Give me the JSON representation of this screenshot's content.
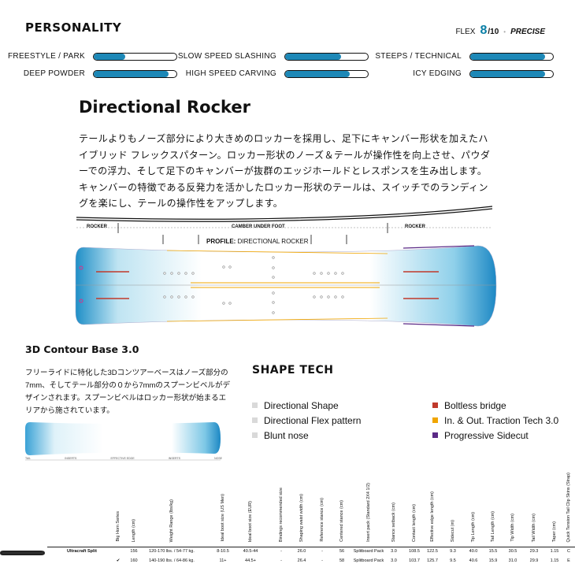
{
  "personality": {
    "title": "PERSONALITY",
    "flex_label": "FLEX",
    "flex_value": "8",
    "flex_denominator": "/10",
    "flex_dot": "•",
    "flex_word": "PRECISE",
    "bar_color": "#1d88b7",
    "bars": [
      {
        "label": "FREESTYLE / PARK",
        "level": 0.38
      },
      {
        "label": "SLOW SPEED SLASHING",
        "level": 0.68
      },
      {
        "label": "STEEPS / TECHNICAL",
        "level": 0.9
      },
      {
        "label": "DEEP POWDER",
        "level": 0.9
      },
      {
        "label": "HIGH SPEED CARVING",
        "level": 0.78
      },
      {
        "label": "ICY EDGING",
        "level": 0.9
      }
    ]
  },
  "profile": {
    "title": "Directional Rocker",
    "description": "テールよりもノーズ部分により大きめのロッカーを採用し、足下にキャンバー形状を加えたハイブリッド フレックスパターン。ロッカー形状のノーズ＆テールが操作性を向上させ、パウダーでの浮力、そして足下のキャンバーが抜群のエッジホールドとレスポンスを生み出します。キャンバーの特徴である反発力を活かしたロッカー形状のテールは、スイッチでのランディングを楽にし、テールの操作性をアップします。",
    "rocker_left": "ROCKER",
    "camber_label": "CAMBER UNDER FOOT",
    "rocker_right": "ROCKER",
    "profile_label_bold": "PROFILE:",
    "profile_label_value": "DIRECTIONAL ROCKER"
  },
  "base": {
    "title": "3D Contour Base 3.0",
    "description": "フリーライドに特化した3Dコンツアーベースはノーズ部分の7mm、そしてテール部分の０から7mmのスプーンビベルがデザインされます。スプーンビベルはロッカー形状が始まるエリアから施されています。",
    "mini_labels": [
      "TAIL",
      "INSERTS",
      "EFFECTIVE EDGE",
      "INSERTS",
      "NOSE"
    ]
  },
  "shape_tech": {
    "title": "SHAPE TECH",
    "left_items": [
      {
        "label": "Directional Shape",
        "color": "#d9d9d9"
      },
      {
        "label": "Directional Flex pattern",
        "color": "#d9d9d9"
      },
      {
        "label": "Blunt nose",
        "color": "#d9d9d9"
      }
    ],
    "right_items": [
      {
        "label": "Boltless bridge",
        "color": "#c0392b"
      },
      {
        "label": "In. & Out. Traction Tech 3.0",
        "color": "#f0a500"
      },
      {
        "label": "Progressive Sidecut",
        "color": "#5b2a86"
      }
    ]
  },
  "specs": {
    "headers": [
      "Big Horn Series",
      "Length (cm)",
      "Weight Range (lbs/kg)",
      "Ideal boot size (US Men)",
      "Ideal boot size (EUR)",
      "Bindings recommended size",
      "Shaping waist width (cm)",
      "Reference stance (cm)",
      "Centered stance (cm)",
      "Insert pack (Standard 2X4 1/2)",
      "Stance setback (cm)",
      "Contact length (cm)",
      "Effective edge length (cm)",
      "Sidecut (m)",
      "Tip Length (cm)",
      "Tail Length (cm)",
      "Tip Width (cm)",
      "Tail Width (cm)",
      "Taper (cm)",
      "Quick Tension Tail Clip Skins (Strap)"
    ],
    "rows": [
      [
        "Ultracraft Split",
        "156",
        "120-170 lbs. / 54-77 kg.",
        "8-10.5",
        "40.5-44",
        "-",
        "26.0",
        "-",
        "56",
        "Splitboard Pack",
        "3.0",
        "108.5",
        "122.5",
        "9.3",
        "40.0",
        "15.5",
        "30.5",
        "29.3",
        "1.15",
        "C"
      ],
      [
        "✔",
        "160",
        "140-190 lbs. / 64-86 kg.",
        "11+",
        "44.5+",
        "-",
        "26.4",
        "-",
        "58",
        "Splitboard Pack",
        "3.0",
        "103.7",
        "125.7",
        "9.5",
        "40.6",
        "15.9",
        "31.0",
        "29.9",
        "1.15",
        "E"
      ]
    ]
  }
}
